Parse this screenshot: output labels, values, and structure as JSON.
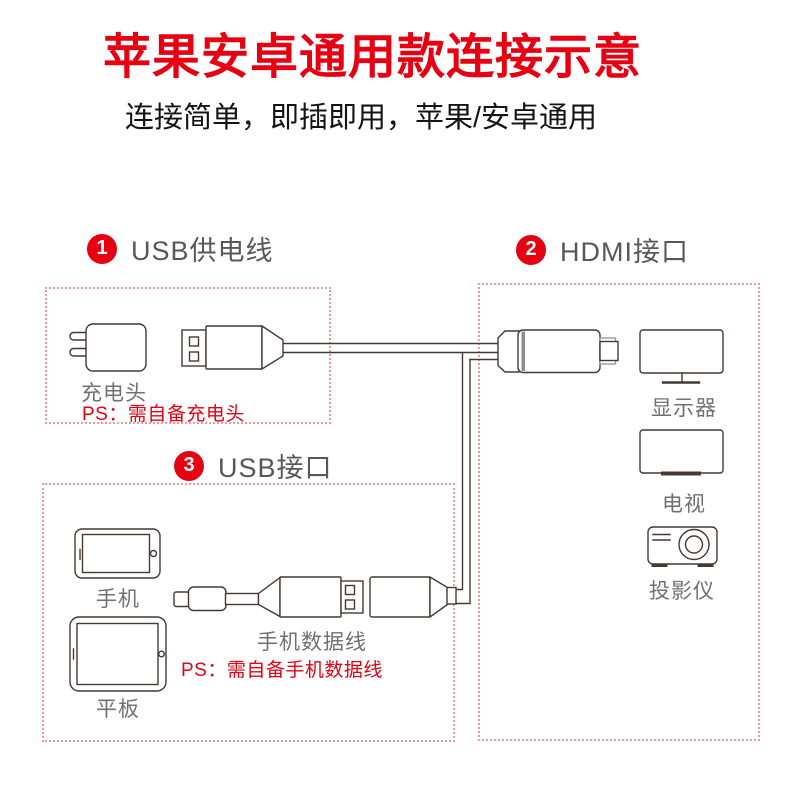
{
  "page": {
    "title": "苹果安卓通用款连接示意",
    "subtitle": "连接简单，即插即用，苹果/安卓通用"
  },
  "sections": [
    {
      "number": "1",
      "title": "USB供电线"
    },
    {
      "number": "2",
      "title": "HDMI接口"
    },
    {
      "number": "3",
      "title": "USB接口"
    }
  ],
  "labels": {
    "charger": "充电头",
    "charger_note": "PS：需自备充电头",
    "monitor": "显示器",
    "tv": "电视",
    "projector": "投影仪",
    "phone": "手机",
    "tablet": "平板",
    "data_cable": "手机数据线",
    "data_cable_note": "PS：需自备手机数据线"
  },
  "icons": {
    "charger": "charger-plug-icon",
    "usb_power_plug": "usb-plug-icon",
    "hdmi_connector": "hdmi-connector-icon",
    "monitor": "monitor-icon",
    "tv": "tv-icon",
    "projector": "projector-icon",
    "phone": "phone-icon",
    "tablet": "tablet-icon",
    "lightning_cable": "lightning-cable-icon",
    "usb_female_adapter": "usb-female-adapter-icon",
    "cables": "cable-lines-icon"
  },
  "colors": {
    "title_red": "#e60012",
    "badge_red": "#e60012",
    "note_red": "#e60012",
    "dashed_box_pink": "#f09a9a",
    "line_art": "#473832",
    "section_title_gray": "#595757",
    "label_gray": "#727171"
  }
}
